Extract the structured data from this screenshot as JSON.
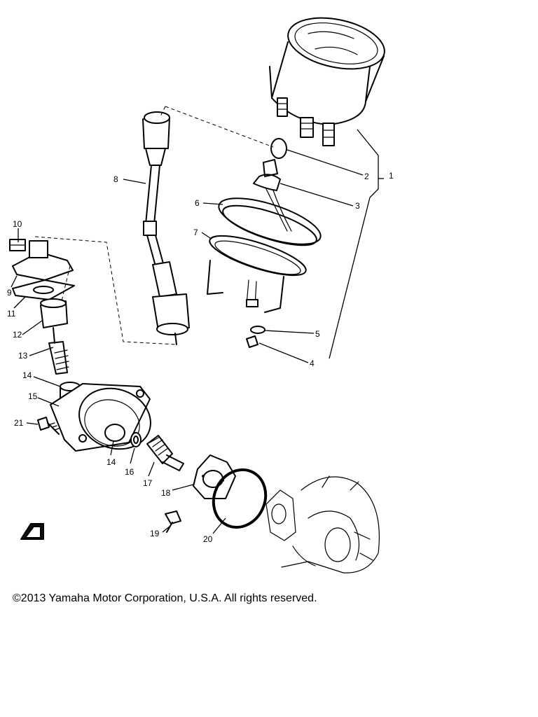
{
  "diagram": {
    "parts": [
      {
        "ref": "1"
      },
      {
        "ref": "2"
      },
      {
        "ref": "3"
      },
      {
        "ref": "4"
      },
      {
        "ref": "5"
      },
      {
        "ref": "6"
      },
      {
        "ref": "7"
      },
      {
        "ref": "8"
      },
      {
        "ref": "9"
      },
      {
        "ref": "10"
      },
      {
        "ref": "11"
      },
      {
        "ref": "12"
      },
      {
        "ref": "13"
      },
      {
        "ref": "14"
      },
      {
        "ref": "15"
      },
      {
        "ref": "14"
      },
      {
        "ref": "16"
      },
      {
        "ref": "17"
      },
      {
        "ref": "18"
      },
      {
        "ref": "19"
      },
      {
        "ref": "20"
      },
      {
        "ref": "21"
      }
    ]
  },
  "footer": {
    "copyright": "©2013 Yamaha Motor Corporation, U.S.A. All rights reserved."
  }
}
